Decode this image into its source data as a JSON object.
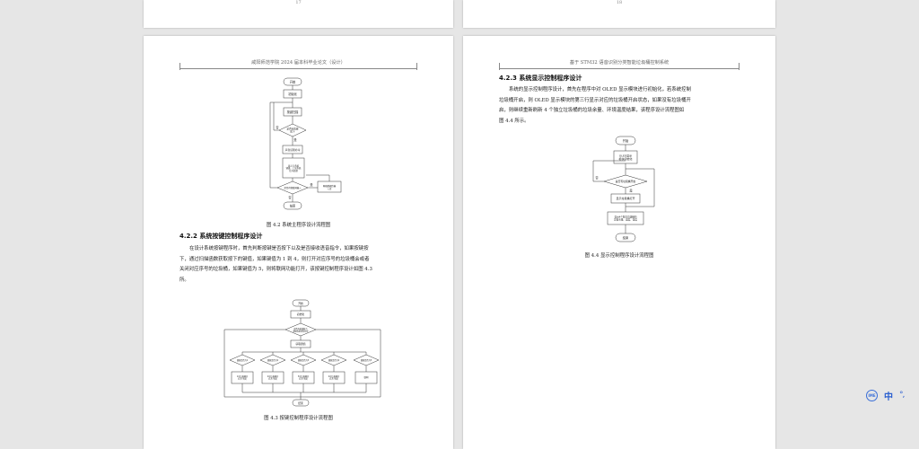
{
  "pages_top": {
    "left_page_number": "17",
    "right_page_number": "18"
  },
  "left_page": {
    "running_header": "咸阳师范学院 2024 届本科毕业论文（设计）",
    "figure_42": {
      "nodes": {
        "start": "开始",
        "init": "初始化",
        "scan": "按键扫描",
        "decision": "是否有按键\n按下",
        "decision_yes": "是",
        "decision_no": "否",
        "voice": "声音识别命令",
        "process": "显示与系统\n键盘，上层系统\n信号处理",
        "wifi_decision": "是否有物联网输入",
        "wifi_yes": "是",
        "wifi_no": "否",
        "network": "网络数据传输\n入库",
        "end": "结束"
      },
      "caption": "图 4.2  系统主程序设计流程图"
    },
    "section_422": {
      "heading": "4.2.2  系统按键控制程序设计",
      "lines": [
        "在设计系统按键程序时，首先判断按键是否按下以及是否接收语音指令，如果按键按",
        "下，通过扫描函数获取按下的键值，如果键值为 1 到 4，则打开对应序号的垃圾桶会或者",
        "关闭对应序号的垃圾桶，如果键值为 5，则将联网功能打开，该按键控制程序设计如图 4.3",
        "所。"
      ]
    },
    "figure_43": {
      "nodes": {
        "start": "开始",
        "init": "初始化",
        "decision": "是否有按键按下\n或接收到语音指令",
        "scan": "获取键值",
        "branches": [
          {
            "cond": "键值是否为1",
            "action": "1号垃圾桶开\n打开/关闭"
          },
          {
            "cond": "键值是否为2",
            "action": "2号垃圾桶开\n打开/关闭"
          },
          {
            "cond": "键值是否为3",
            "action": "3号垃圾桶开\n打开/关闭"
          },
          {
            "cond": "键值是否为4",
            "action": "4号垃圾桶开\n打开/关闭"
          },
          {
            "cond": "键值是否为5",
            "action": "联网"
          }
        ],
        "end": "结束"
      },
      "caption": "图 4.3  按键控制程序设计流程图"
    }
  },
  "right_page": {
    "running_header": "基于 STM32 语音识别分类智能垃圾桶控制系统",
    "section_423": {
      "heading": "4.2.3  系统显示控制程序设计",
      "lines": [
        "系统的显示控制程序设计，首先在程序中对 OLED 显示模块进行初始化，若系统控制",
        "垃圾桶开启，则 OLED 显示模块的第三行显示对应的垃圾桶开启状态，如果没有垃圾桶开",
        "启，则继续重新刷新 4 个独立垃圾桶的垃圾余量、环境温度结果，该程序设计流程图如",
        "图 4.4 所示。"
      ]
    },
    "figure_44": {
      "nodes": {
        "start": "开始",
        "init": "OLED显示\n模块初始化",
        "decision": "是否有垃圾桶开启",
        "yes": "是",
        "no": "否",
        "show": "显示垃圾桶打开",
        "refresh": "显示4个独立垃圾桶的\n垃圾余量、温度、湿度",
        "end": "结束"
      },
      "caption": "图 4.4  显示控制程序设计流程图"
    }
  },
  "tray": {
    "icon_label": "IME",
    "language": "中",
    "dots": "°,"
  }
}
